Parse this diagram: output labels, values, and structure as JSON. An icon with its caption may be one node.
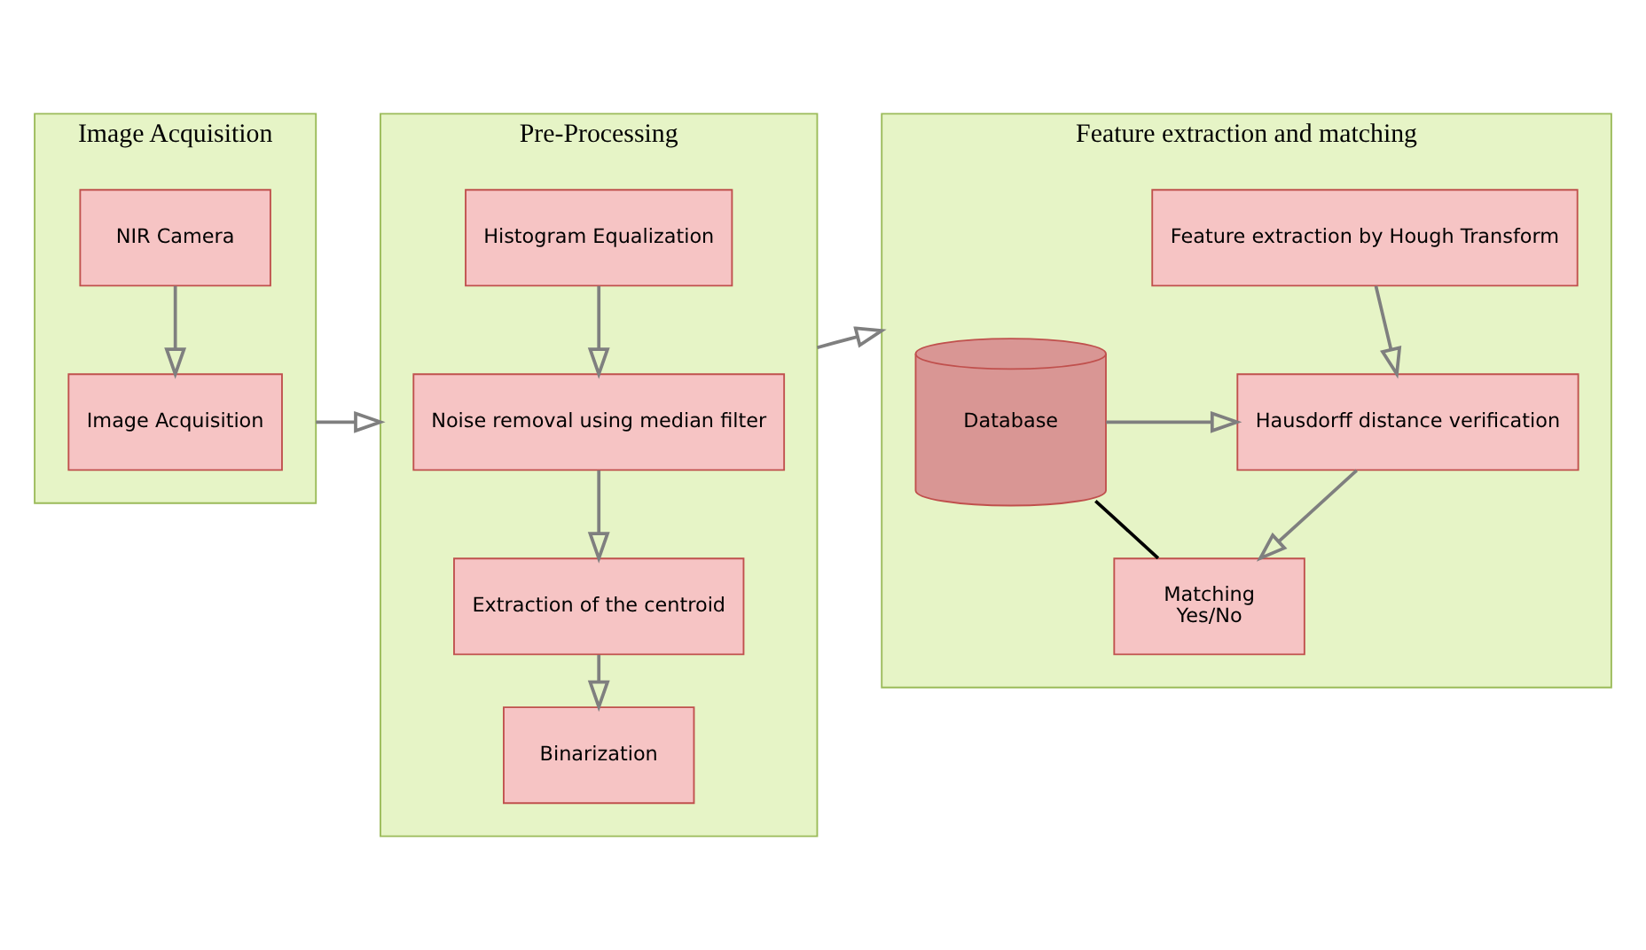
{
  "diagram": {
    "nodes": [
      {
        "text": [
          "Image Acquisition"
        ]
      },
      {
        "text": [
          "NIR Camera"
        ],
        "in": 0
      },
      {
        "text": [
          "Image Acquisition"
        ],
        "in": 0
      },
      {
        "text": [
          "Pre-Processing"
        ]
      },
      {
        "text": [
          "Histogram Equalization"
        ],
        "in": 3
      },
      {
        "text": [
          "Noise removal using median filter"
        ],
        "in": 3
      },
      {
        "text": [
          "Extraction of the centroid"
        ],
        "in": 3
      },
      {
        "text": [
          "Binarization"
        ],
        "in": 3
      },
      {
        "text": [
          "Feature extraction and matching"
        ]
      },
      {
        "text": [
          "Database"
        ],
        "in": 8
      },
      {
        "text": [
          "Feature extraction by Hough Transform"
        ],
        "in": 8
      },
      {
        "text": [
          "Hausdorff distance verification"
        ],
        "in": 8
      },
      {
        "text": [
          "Matching",
          "Yes/No"
        ],
        "in": 8
      }
    ],
    "edges": [
      {
        "from": 1,
        "to": 2,
        "arrow": "to"
      },
      {
        "from": 0,
        "to": 3,
        "arrow": "to"
      },
      {
        "from": 4,
        "to": 5,
        "arrow": "to"
      },
      {
        "from": 5,
        "to": 6,
        "arrow": "to"
      },
      {
        "from": 6,
        "to": 7,
        "arrow": "to"
      },
      {
        "from": 3,
        "to": 8,
        "arrow": "to"
      },
      {
        "from": 10,
        "to": 11,
        "arrow": "to"
      },
      {
        "from": 9,
        "to": 11,
        "arrow": "to"
      },
      {
        "from": 11,
        "to": 12,
        "arrow": "to"
      },
      {
        "from": 9,
        "to": 12,
        "arrow": "none",
        "color": "#000000"
      }
    ]
  }
}
